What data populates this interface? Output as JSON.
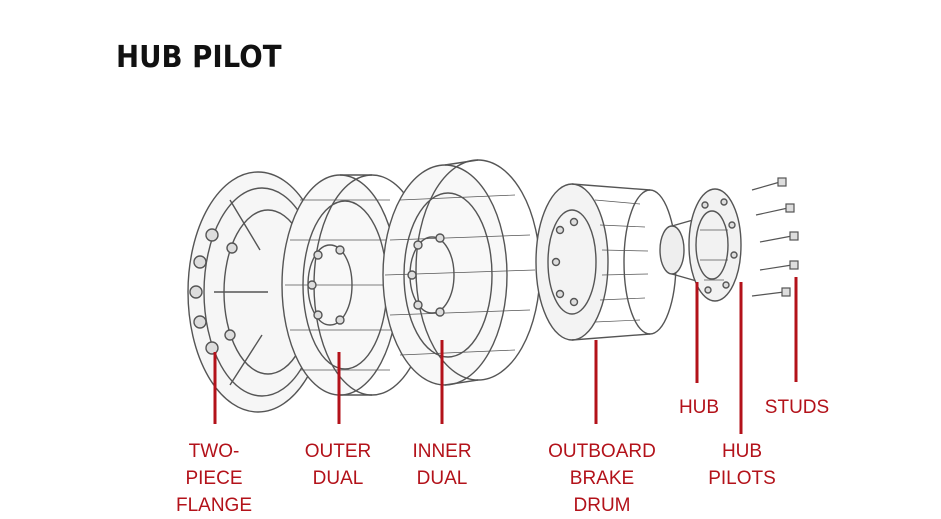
{
  "title": "HUB PILOT",
  "colors": {
    "label": "#b3121a",
    "title": "#111111",
    "drawing": "#555555"
  },
  "labels": {
    "two_piece_flange": [
      "TWO-",
      "PIECE",
      "FLANGE"
    ],
    "outer_dual": [
      "OUTER",
      "DUAL"
    ],
    "inner_dual": [
      "INNER",
      "DUAL"
    ],
    "outboard_brake_drum": [
      "OUTBOARD",
      "BRAKE",
      "DRUM"
    ],
    "hub": [
      "HUB"
    ],
    "hub_pilots": [
      "HUB",
      "PILOTS"
    ],
    "studs": [
      "STUDS"
    ]
  }
}
